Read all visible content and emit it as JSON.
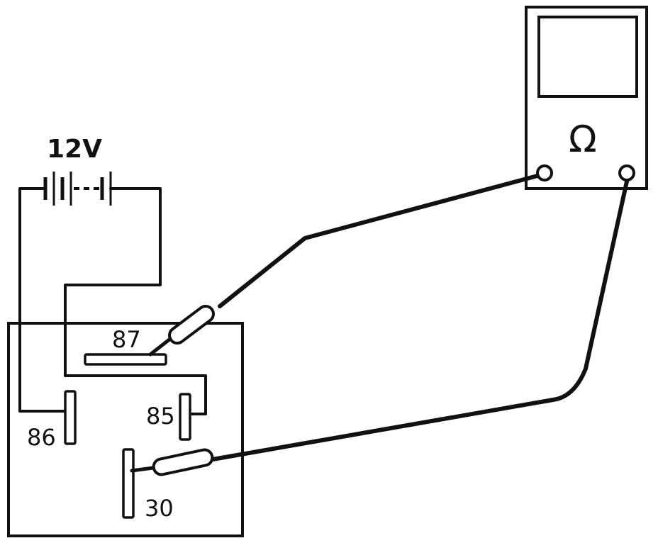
{
  "battery": {
    "voltage_label": "12V"
  },
  "relay": {
    "terminals": [
      {
        "id": "87",
        "label": "87"
      },
      {
        "id": "85",
        "label": "85"
      },
      {
        "id": "86",
        "label": "86"
      },
      {
        "id": "30",
        "label": "30"
      }
    ]
  },
  "meter": {
    "symbol": "Ω"
  }
}
